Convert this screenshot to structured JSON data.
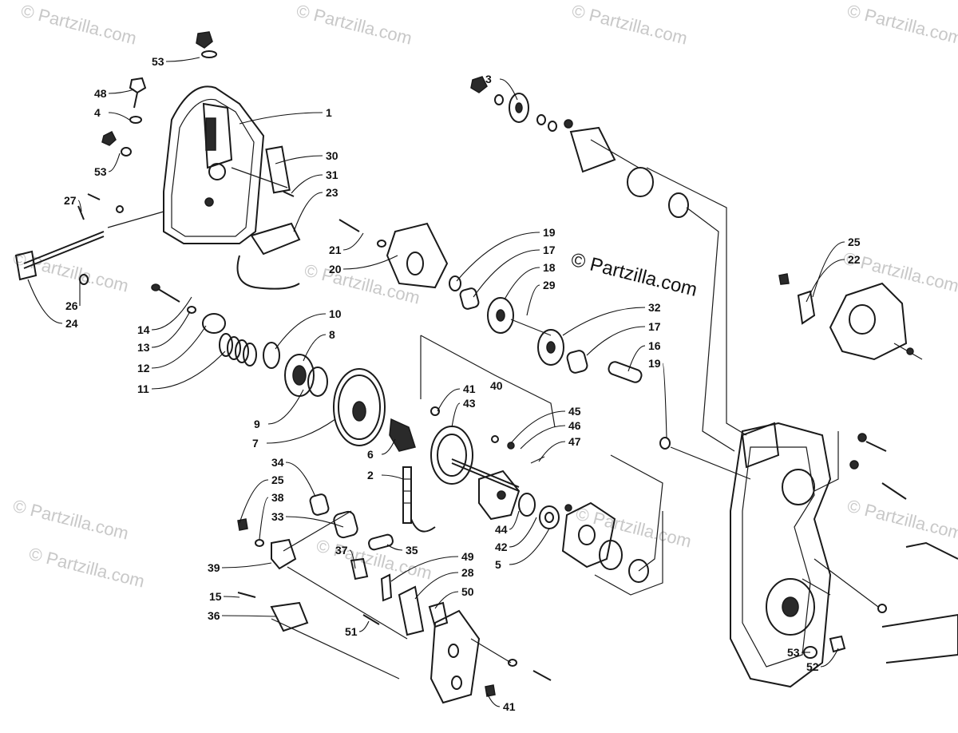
{
  "watermark": "© Partzilla.com",
  "copyright": "© Partzilla.com",
  "callouts": [
    "53",
    "48",
    "4",
    "1",
    "53",
    "30",
    "31",
    "23",
    "27",
    "26",
    "24",
    "3",
    "21",
    "20",
    "19",
    "17",
    "18",
    "29",
    "25",
    "22",
    "14",
    "13",
    "12",
    "11",
    "10",
    "8",
    "9",
    "7",
    "32",
    "17",
    "16",
    "19",
    "40",
    "41",
    "43",
    "45",
    "46",
    "47",
    "6",
    "2",
    "34",
    "25",
    "38",
    "33",
    "39",
    "44",
    "42",
    "5",
    "35",
    "37",
    "49",
    "28",
    "50",
    "15",
    "36",
    "51",
    "53",
    "52",
    "41"
  ]
}
